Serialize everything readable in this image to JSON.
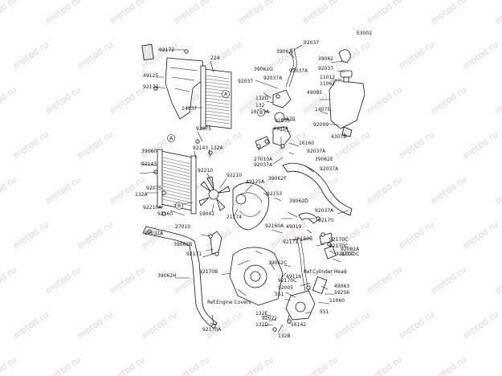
{
  "diagram_code": "E3002",
  "watermark": "motod.ru",
  "callouts": [
    "A",
    "B"
  ],
  "refs": {
    "engine_covers": "Ref.Engine Covers",
    "cylinder_head": "Ref.Cylinder Head"
  },
  "labels": [
    "92172",
    "49125",
    "92172",
    "224",
    "14037",
    "92037",
    "39062",
    "92037",
    "39062I",
    "11012",
    "11061",
    "39062G",
    "92037",
    "92037A",
    "92037A",
    "49085",
    "132D",
    "14075",
    "132",
    "16160A",
    "670",
    "92055",
    "49054",
    "92009",
    "43078",
    "92075",
    "92143",
    "132A",
    "16160",
    "92037A",
    "39062E",
    "27010A",
    "92037A",
    "92037A",
    "39060",
    "92143",
    "132A",
    "92075",
    "92210",
    "92210",
    "49125A",
    "39062F",
    "92153",
    "39062D",
    "92210A",
    "92160",
    "59041",
    "21174",
    "27010",
    "92160A",
    "92037A",
    "92170",
    "49019",
    "92037A",
    "16160B",
    "92170C",
    "92170C",
    "92170C",
    "39062B",
    "92171",
    "92171",
    "92082A",
    "92170C",
    "39062C",
    "92170B",
    "39062H",
    "49116",
    "92170C",
    "92005",
    "551",
    "49063",
    "59256",
    "11060",
    "551",
    "132E",
    "92022",
    "132D",
    "16142",
    "132B",
    "92170A"
  ]
}
